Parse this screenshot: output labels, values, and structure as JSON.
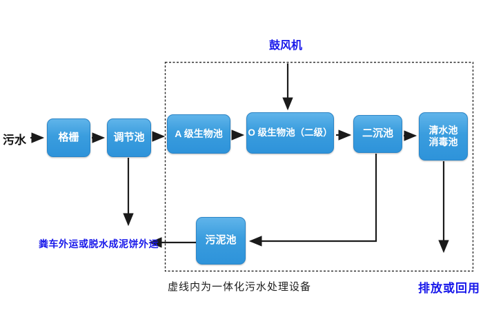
{
  "diagram": {
    "source_label": "污水",
    "blower_label": "鼓风机",
    "sludge_out_label": "粪车外运或脱水成泥饼外运",
    "caption": "虚线内为一体化污水处理设备",
    "discharge_label": "排放或回用",
    "boxes": {
      "grid": "格栅",
      "regulating": "调节池",
      "a_bio": "A 级生物池",
      "o_bio": "O 级生物池（二级）",
      "secondary_sed": "二沉池",
      "clear_line1": "清水池",
      "clear_line2": "消毒池",
      "sludge": "污泥池"
    },
    "colors": {
      "box_fill_top": "#60b4ea",
      "box_fill_bottom": "#2e93da",
      "box_border": "#2a84c6",
      "box_text": "#ffffff",
      "blue_label": "#1717ea",
      "black_label": "#111111",
      "arrow": "#1a1a1a",
      "dashed_border": "#2b2b2b",
      "background": "#ffffff"
    }
  }
}
